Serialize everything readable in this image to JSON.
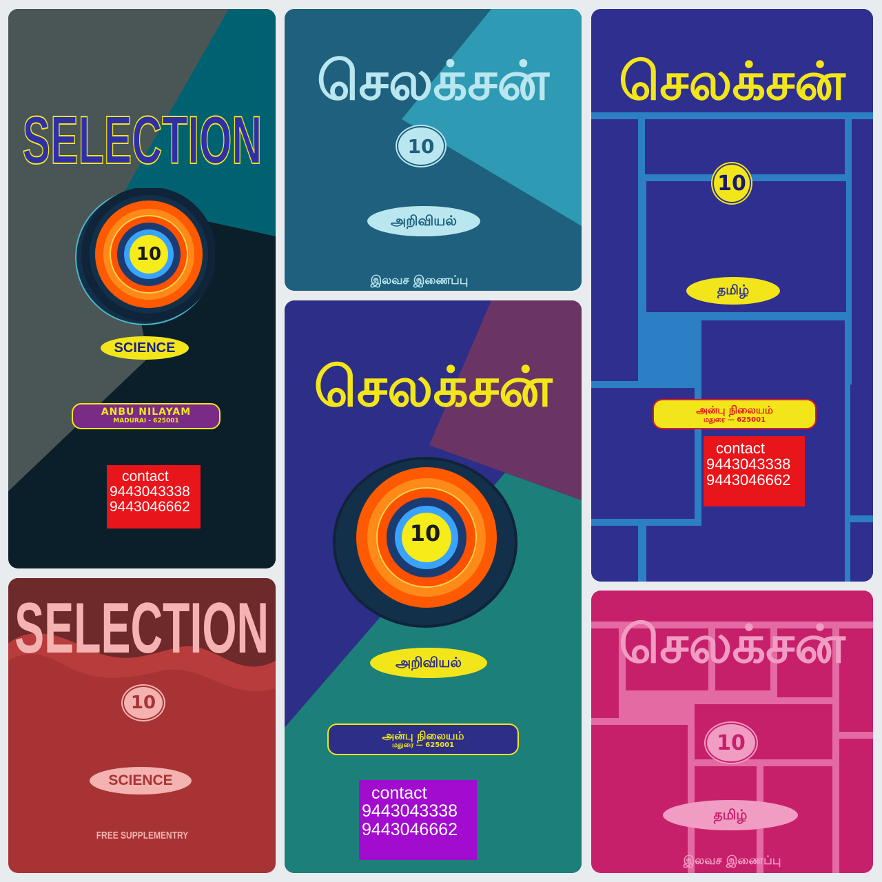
{
  "colors": {
    "yellow": "#f2e61b",
    "red": "#e8151b",
    "purple": "#a20ccf",
    "navy": "#2d2e87",
    "teal": "#1c7f79",
    "pink": "#c7206b",
    "brick": "#a73334"
  },
  "cards": [
    {
      "id": "card-science-en",
      "title": "SELECTION",
      "grade": "10",
      "subject": "SCIENCE",
      "publisher": "ANBU NILAYAM",
      "publisher_city": "MADURAI - 625001",
      "contact_label": "contact",
      "phone_1": "9443043338",
      "phone_2": "9443046662"
    },
    {
      "id": "card-ariviyal-supplement",
      "title": "செலக்சன்",
      "grade": "10",
      "subject": "அறிவியல்",
      "footer": "இலவச இணைப்பு"
    },
    {
      "id": "card-tamil",
      "title": "செலக்சன்",
      "grade": "10",
      "subject": "தமிழ்",
      "publisher": "அன்பு நிலையம்",
      "publisher_city": "மதுரை — 625001",
      "contact_label": "contact",
      "phone_1": "9443043338",
      "phone_2": "9443046662"
    },
    {
      "id": "card-ariviyal-main",
      "title": "செலக்சன்",
      "grade": "10",
      "subject": "அறிவியல்",
      "publisher": "அன்பு நிலையம்",
      "publisher_city": "மதுரை — 625001",
      "contact_label": "contact",
      "phone_1": "9443043338",
      "phone_2": "9443046662"
    },
    {
      "id": "card-science-supplement",
      "title": "SELECTION",
      "grade": "10",
      "subject": "SCIENCE",
      "footer": "FREE SUPPLEMENTRY"
    },
    {
      "id": "card-tamil-supplement",
      "title": "செலக்சன்",
      "grade": "10",
      "subject": "தமிழ்",
      "footer": "இலவச இணைப்பு"
    }
  ]
}
